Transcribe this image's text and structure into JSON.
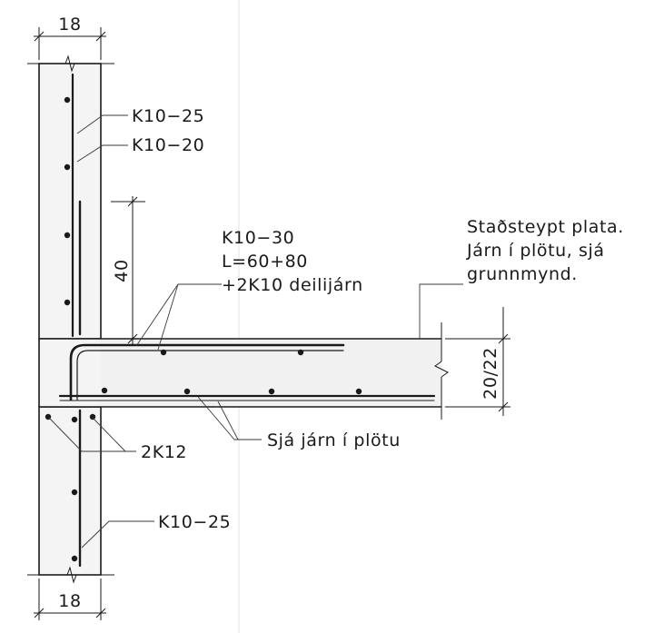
{
  "dimensions": {
    "wall_top": "18",
    "wall_bottom": "18",
    "anchorage": "40",
    "slab_thickness": "20/22"
  },
  "rebar_labels": {
    "upper_outer": "K10−25",
    "upper_inner": "K10−20",
    "lower_wall": "K10−25",
    "corner_bars": "2K12"
  },
  "slab_callout": {
    "line1": "K10−30",
    "line2": "L=60+80",
    "line3": "+2K10 deilijárn"
  },
  "slab_note": {
    "line1": "Staðsteypt plata.",
    "line2": "Járn í plötu, sjá",
    "line3": "grunnmynd."
  },
  "slab_reference": "Sjá járn í plötu",
  "colors": {
    "ink": "#1a1a1a",
    "concrete_fill": "#f3f3f3",
    "background": "#ffffff"
  }
}
